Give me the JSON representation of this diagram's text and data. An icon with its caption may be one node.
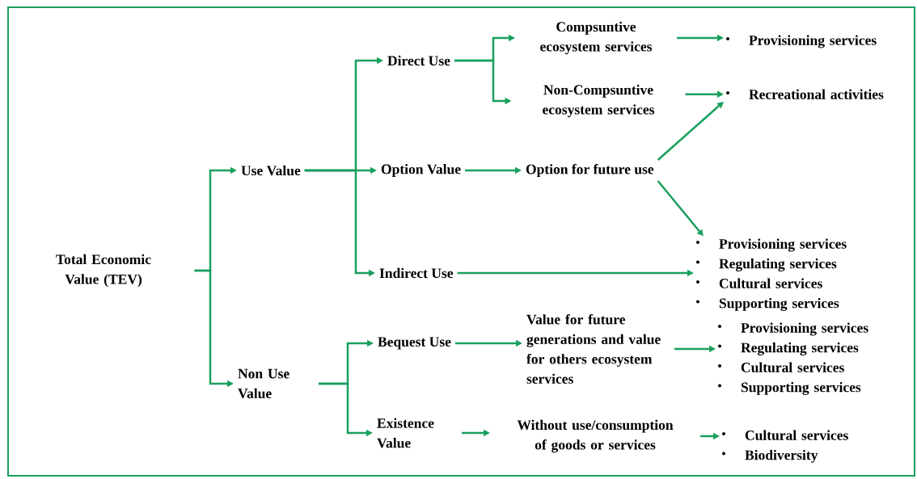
{
  "diagram": {
    "nodes": [
      {
        "text": [
          "Total Economic Value (TEV)"
        ]
      },
      {
        "text": [
          "Use Value"
        ]
      },
      {
        "text": [
          "Non Use Value"
        ]
      },
      {
        "text": [
          "Direct Use"
        ]
      },
      {
        "text": [
          "Option Value"
        ]
      },
      {
        "text": [
          "Indirect Use"
        ]
      },
      {
        "text": [
          "Compsuntive ecosystem services"
        ]
      },
      {
        "text": [
          "Non-Compsuntive ecosystem services"
        ]
      },
      {
        "text": [
          "Option for future use"
        ]
      },
      {
        "text": [
          "Provisioning services"
        ]
      },
      {
        "text": [
          "Recreational activities"
        ]
      },
      {
        "text": [
          "Provisioning services",
          "Regulating services",
          "Cultural services",
          "Supporting services"
        ]
      },
      {
        "text": [
          "Bequest Use"
        ]
      },
      {
        "text": [
          "Existence Value"
        ]
      },
      {
        "text": [
          "Value for future generations and value for others ecosystem services"
        ]
      },
      {
        "text": [
          "Provisioning services",
          "Regulating services",
          "Cultural services",
          "Supporting services"
        ]
      },
      {
        "text": [
          "Without use/consumption of goods or services"
        ]
      },
      {
        "text": [
          "Cultural services",
          "Biodiversity"
        ]
      }
    ],
    "edges": [
      {
        "from": 0,
        "to": 1,
        "arrow": "to"
      },
      {
        "from": 0,
        "to": 2,
        "arrow": "to"
      },
      {
        "from": 1,
        "to": 3,
        "arrow": "to"
      },
      {
        "from": 1,
        "to": 4,
        "arrow": "to"
      },
      {
        "from": 1,
        "to": 5,
        "arrow": "to"
      },
      {
        "from": 3,
        "to": 6,
        "arrow": "to"
      },
      {
        "from": 3,
        "to": 7,
        "arrow": "to"
      },
      {
        "from": 6,
        "to": 9,
        "arrow": "to"
      },
      {
        "from": 7,
        "to": 10,
        "arrow": "to"
      },
      {
        "from": 4,
        "to": 8,
        "arrow": "to"
      },
      {
        "from": 8,
        "to": 10,
        "arrow": "to"
      },
      {
        "from": 8,
        "to": 11,
        "arrow": "to"
      },
      {
        "from": 5,
        "to": 11,
        "arrow": "to"
      },
      {
        "from": 2,
        "to": 12,
        "arrow": "to"
      },
      {
        "from": 2,
        "to": 13,
        "arrow": "to"
      },
      {
        "from": 12,
        "to": 14,
        "arrow": "to"
      },
      {
        "from": 14,
        "to": 15,
        "arrow": "to"
      },
      {
        "from": 13,
        "to": 16,
        "arrow": "to"
      },
      {
        "from": 16,
        "to": 17,
        "arrow": "to"
      }
    ]
  }
}
